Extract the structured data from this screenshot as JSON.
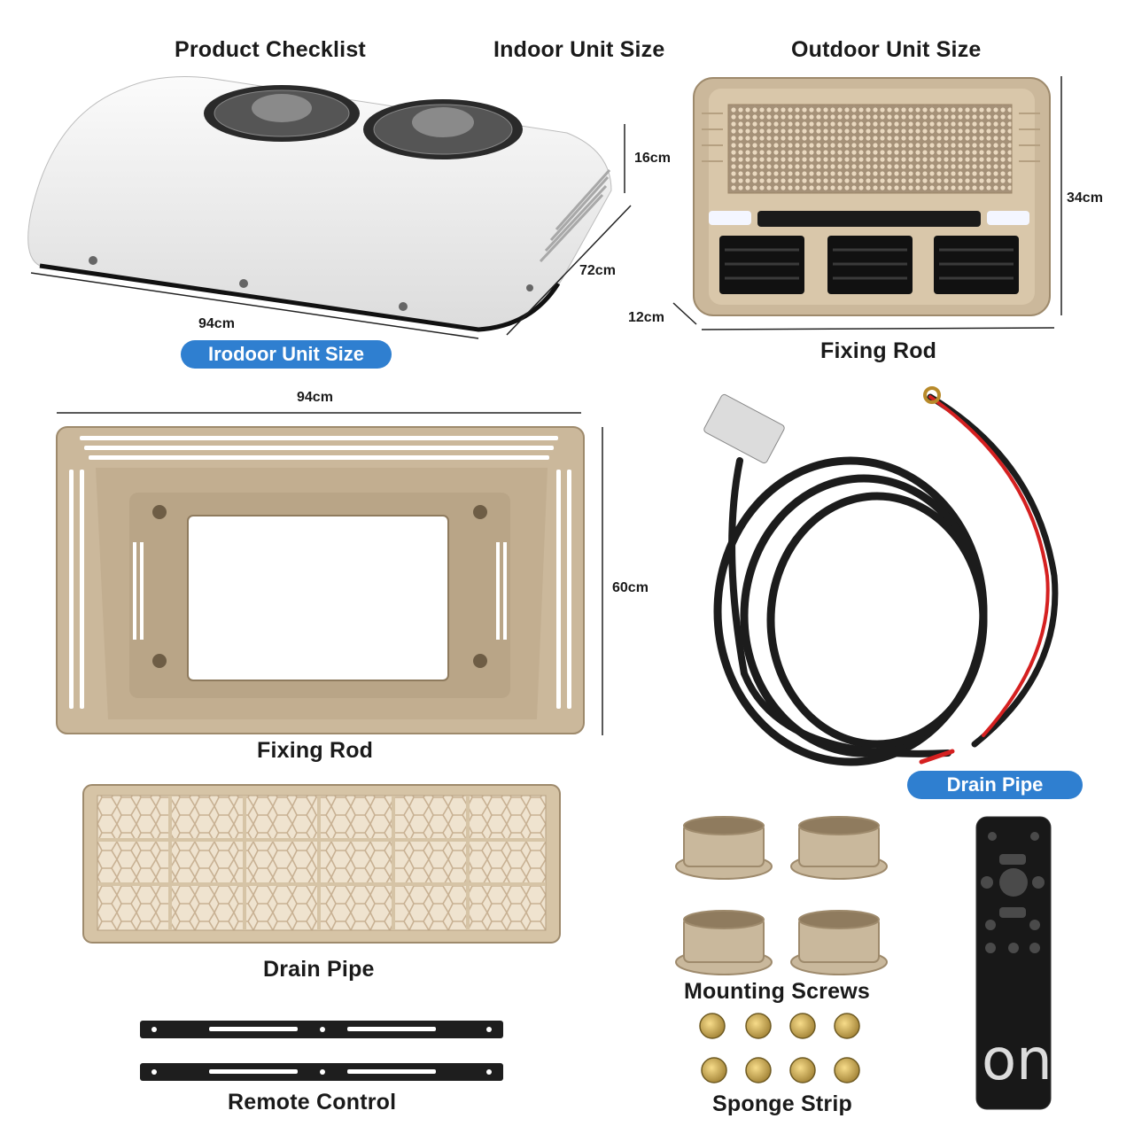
{
  "headings": {
    "product_checklist": "Product Checklist",
    "indoor_unit_size": "Indoor Unit Size",
    "outdoor_unit_size": "Outdoor Unit Size"
  },
  "indoor_unit": {
    "height": "16cm",
    "depth": "72cm",
    "width": "94cm",
    "badge": "Irodoor Unit Size"
  },
  "outdoor_unit": {
    "height": "34cm",
    "depth": "12cm",
    "caption": "Fixing Rod"
  },
  "mount_frame": {
    "width": "94cm",
    "height": "60cm",
    "caption": "Fixing Rod"
  },
  "cable": {
    "badge": "Drain Pipe"
  },
  "filter": {
    "caption": "Drain Pipe"
  },
  "rods": {
    "caption": "Remote Control"
  },
  "grommets": {
    "caption": "Mounting Screws"
  },
  "nuts": {
    "caption": "Sponge Strip"
  },
  "remote": {
    "watermark": "on"
  },
  "colors": {
    "badge": "#2f7fd0",
    "beige": "#cbb89b",
    "white_unit": "#f2f2f2",
    "cable_black": "#1c1c1c",
    "cable_red": "#d52020"
  }
}
